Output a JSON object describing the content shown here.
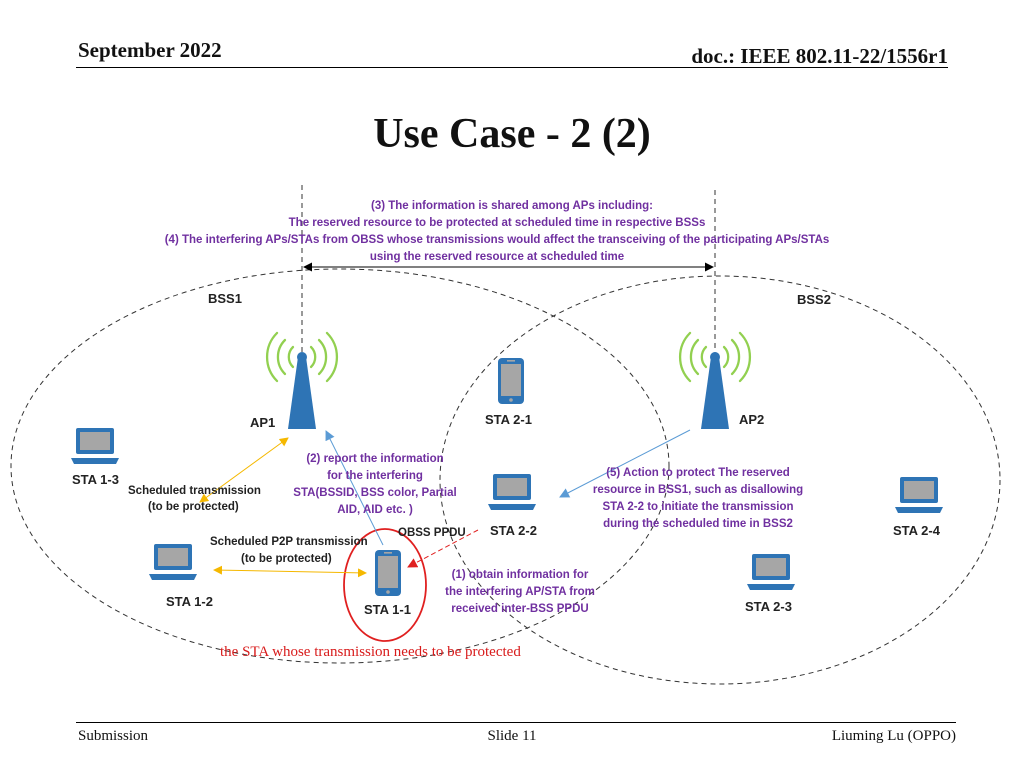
{
  "header": {
    "date": "September 2022",
    "doc": "doc.: IEEE 802.11-22/1556r1"
  },
  "title": "Use Case - 2 (2)",
  "diagram": {
    "top_note": {
      "line1": "(3) The information is shared among APs including:",
      "line2": "The reserved resource to be protected at scheduled time in respective BSSs",
      "line3": "(4) The interfering APs/STAs from OBSS whose transmissions would affect the transceiving of the participating APs/STAs",
      "line4": "using the reserved resource at scheduled time"
    },
    "bss1_label": "BSS1",
    "bss2_label": "BSS2",
    "ap1_label": "AP1",
    "ap2_label": "AP2",
    "sta_1_1": "STA 1-1",
    "sta_1_2": "STA 1-2",
    "sta_1_3": "STA 1-3",
    "sta_2_1": "STA 2-1",
    "sta_2_2": "STA 2-2",
    "sta_2_3": "STA 2-3",
    "sta_2_4": "STA 2-4",
    "scheduled_tx": {
      "line1": "Scheduled transmission",
      "line2": "(to be protected)"
    },
    "scheduled_p2p": {
      "line1": "Scheduled P2P transmission",
      "line2": "(to be protected)"
    },
    "report_note": {
      "line1": "(2) report the information",
      "line2": "for the interfering",
      "line3": "STA(BSSID, BSS color, Partial",
      "line4": "AID, AID etc. )"
    },
    "obss_ppdu": "OBSS PPDU",
    "obtain_note": {
      "line1": "(1) obtain information for",
      "line2": "the interfering AP/STA from",
      "line3": "received inter-BSS PPDU"
    },
    "action_note": {
      "line1": "(5) Action to protect The reserved",
      "line2": "resource in BSS1, such as disallowing",
      "line3": "STA 2-2 to initiate the transmission",
      "line4": "during the scheduled time in BSS2"
    },
    "protected_sta_note": "the STA whose transmission needs to be protected",
    "colors": {
      "note_purple": "#7030a0",
      "device_blue": "#2e74b5",
      "arrow_yellow": "#f5b800",
      "highlight_red": "#e02020"
    }
  },
  "footer": {
    "left": "Submission",
    "center": "Slide 11",
    "right": "Liuming Lu (OPPO)"
  }
}
